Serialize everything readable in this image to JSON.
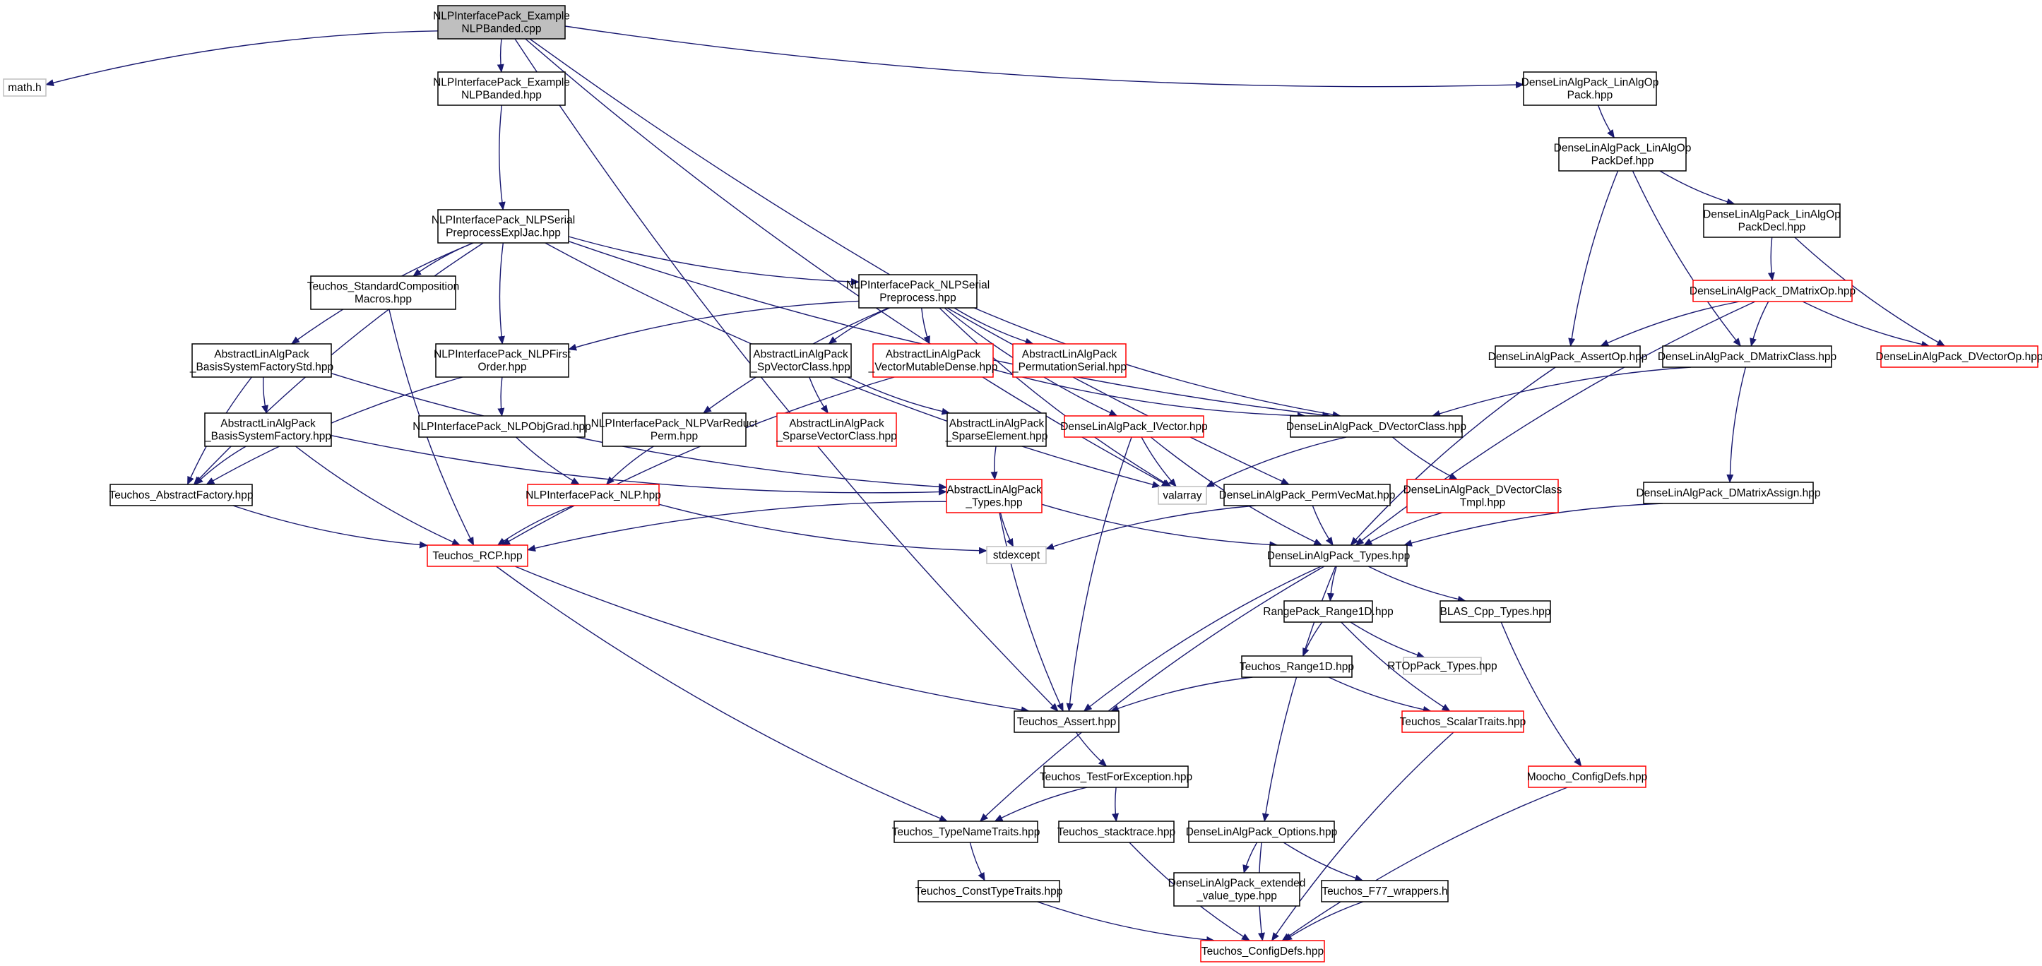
{
  "colors": {
    "background": "#ffffff",
    "edge": "#191970",
    "root_fill": "#bfbfbf",
    "box_black": "#000000",
    "box_red": "#ff0000",
    "box_gray": "#bfbfbf"
  },
  "nodes": [
    {
      "id": "root",
      "lines": [
        "NLPInterfacePack_Example",
        "NLPBanded.cpp"
      ],
      "style": "root"
    },
    {
      "id": "math",
      "lines": [
        "math.h"
      ],
      "style": "gray"
    },
    {
      "id": "nlpbanded_hpp",
      "lines": [
        "NLPInterfacePack_Example",
        "NLPBanded.hpp"
      ],
      "style": "black"
    },
    {
      "id": "linalgop",
      "lines": [
        "DenseLinAlgPack_LinAlgOp",
        "Pack.hpp"
      ],
      "style": "black"
    },
    {
      "id": "linalgopdef",
      "lines": [
        "DenseLinAlgPack_LinAlgOp",
        "PackDef.hpp"
      ],
      "style": "black"
    },
    {
      "id": "linalgopdecl",
      "lines": [
        "DenseLinAlgPack_LinAlgOp",
        "PackDecl.hpp"
      ],
      "style": "black"
    },
    {
      "id": "dmatrixop",
      "lines": [
        "DenseLinAlgPack_DMatrixOp.hpp"
      ],
      "style": "red"
    },
    {
      "id": "dvectorop",
      "lines": [
        "DenseLinAlgPack_DVectorOp.hpp"
      ],
      "style": "red"
    },
    {
      "id": "assertop",
      "lines": [
        "DenseLinAlgPack_AssertOp.hpp"
      ],
      "style": "black"
    },
    {
      "id": "dmatrixclass",
      "lines": [
        "DenseLinAlgPack_DMatrixClass.hpp"
      ],
      "style": "black"
    },
    {
      "id": "dmatrixassign",
      "lines": [
        "DenseLinAlgPack_DMatrixAssign.hpp"
      ],
      "style": "black"
    },
    {
      "id": "explicitjac",
      "lines": [
        "NLPInterfacePack_NLPSerial",
        "PreprocessExplJac.hpp"
      ],
      "style": "black"
    },
    {
      "id": "stdcomp",
      "lines": [
        "Teuchos_StandardComposition",
        "Macros.hpp"
      ],
      "style": "black"
    },
    {
      "id": "preprocess",
      "lines": [
        "NLPInterfacePack_NLPSerial",
        "Preprocess.hpp"
      ],
      "style": "black"
    },
    {
      "id": "bsfstd",
      "lines": [
        "AbstractLinAlgPack",
        "_BasisSystemFactoryStd.hpp"
      ],
      "style": "black"
    },
    {
      "id": "nlpfirst",
      "lines": [
        "NLPInterfacePack_NLPFirst",
        "Order.hpp"
      ],
      "style": "black"
    },
    {
      "id": "spvectorclass",
      "lines": [
        "AbstractLinAlgPack",
        "_SpVectorClass.hpp"
      ],
      "style": "black"
    },
    {
      "id": "vecmutdense",
      "lines": [
        "AbstractLinAlgPack",
        "_VectorMutableDense.hpp"
      ],
      "style": "red"
    },
    {
      "id": "permserial",
      "lines": [
        "AbstractLinAlgPack",
        "_PermutationSerial.hpp"
      ],
      "style": "red"
    },
    {
      "id": "bsf",
      "lines": [
        "AbstractLinAlgPack",
        "_BasisSystemFactory.hpp"
      ],
      "style": "black"
    },
    {
      "id": "nlpobjgrad",
      "lines": [
        "NLPInterfacePack_NLPObjGrad.hpp"
      ],
      "style": "black"
    },
    {
      "id": "varreduct",
      "lines": [
        "NLPInterfacePack_NLPVarReduct",
        "Perm.hpp"
      ],
      "style": "black"
    },
    {
      "id": "sparsevecclass",
      "lines": [
        "AbstractLinAlgPack",
        "_SparseVectorClass.hpp"
      ],
      "style": "red"
    },
    {
      "id": "sparseelem",
      "lines": [
        "AbstractLinAlgPack",
        "_SparseElement.hpp"
      ],
      "style": "black"
    },
    {
      "id": "ivector",
      "lines": [
        "DenseLinAlgPack_IVector.hpp"
      ],
      "style": "red"
    },
    {
      "id": "dvectorclass",
      "lines": [
        "DenseLinAlgPack_DVectorClass.hpp"
      ],
      "style": "black"
    },
    {
      "id": "absfactory",
      "lines": [
        "Teuchos_AbstractFactory.hpp"
      ],
      "style": "black"
    },
    {
      "id": "nlp",
      "lines": [
        "NLPInterfacePack_NLP.hpp"
      ],
      "style": "red"
    },
    {
      "id": "alptypes",
      "lines": [
        "AbstractLinAlgPack",
        "_Types.hpp"
      ],
      "style": "red"
    },
    {
      "id": "valarray",
      "lines": [
        "valarray"
      ],
      "style": "gray"
    },
    {
      "id": "permvecmat",
      "lines": [
        "DenseLinAlgPack_PermVecMat.hpp"
      ],
      "style": "black"
    },
    {
      "id": "dvectorclasstmpl",
      "lines": [
        "DenseLinAlgPack_DVectorClass",
        "Tmpl.hpp"
      ],
      "style": "red"
    },
    {
      "id": "rcp",
      "lines": [
        "Teuchos_RCP.hpp"
      ],
      "style": "red"
    },
    {
      "id": "stdexcept",
      "lines": [
        "stdexcept"
      ],
      "style": "gray"
    },
    {
      "id": "dlptypes",
      "lines": [
        "DenseLinAlgPack_Types.hpp"
      ],
      "style": "black"
    },
    {
      "id": "range1d",
      "lines": [
        "RangePack_Range1D.hpp"
      ],
      "style": "black"
    },
    {
      "id": "blastypes",
      "lines": [
        "BLAS_Cpp_Types.hpp"
      ],
      "style": "black"
    },
    {
      "id": "teuchosrange",
      "lines": [
        "Teuchos_Range1D.hpp"
      ],
      "style": "black"
    },
    {
      "id": "rtoptypes",
      "lines": [
        "RTOpPack_Types.hpp"
      ],
      "style": "gray"
    },
    {
      "id": "assert",
      "lines": [
        "Teuchos_Assert.hpp"
      ],
      "style": "black"
    },
    {
      "id": "scalartraits",
      "lines": [
        "Teuchos_ScalarTraits.hpp"
      ],
      "style": "red"
    },
    {
      "id": "testforexc",
      "lines": [
        "Teuchos_TestForException.hpp"
      ],
      "style": "black"
    },
    {
      "id": "mooconfig",
      "lines": [
        "Moocho_ConfigDefs.hpp"
      ],
      "style": "red"
    },
    {
      "id": "typenametraits",
      "lines": [
        "Teuchos_TypeNameTraits.hpp"
      ],
      "style": "black"
    },
    {
      "id": "stacktrace",
      "lines": [
        "Teuchos_stacktrace.hpp"
      ],
      "style": "black"
    },
    {
      "id": "options",
      "lines": [
        "DenseLinAlgPack_Options.hpp"
      ],
      "style": "black"
    },
    {
      "id": "consttypetraits",
      "lines": [
        "Teuchos_ConstTypeTraits.hpp"
      ],
      "style": "black"
    },
    {
      "id": "extvalue",
      "lines": [
        "DenseLinAlgPack_extended",
        "_value_type.hpp"
      ],
      "style": "black"
    },
    {
      "id": "f77wrap",
      "lines": [
        "Teuchos_F77_wrappers.h"
      ],
      "style": "black"
    },
    {
      "id": "configdefs",
      "lines": [
        "Teuchos_ConfigDefs.hpp"
      ],
      "style": "red"
    }
  ],
  "edges": [
    [
      "root",
      "math"
    ],
    [
      "root",
      "nlpbanded_hpp"
    ],
    [
      "root",
      "linalgop"
    ],
    [
      "root",
      "assert"
    ],
    [
      "root",
      "permvecmat"
    ],
    [
      "root",
      "valarray"
    ],
    [
      "nlpbanded_hpp",
      "explicitjac"
    ],
    [
      "linalgop",
      "linalgopdef"
    ],
    [
      "linalgopdef",
      "linalgopdecl"
    ],
    [
      "linalgopdef",
      "assertop"
    ],
    [
      "linalgopdef",
      "dmatrixclass"
    ],
    [
      "linalgopdecl",
      "dmatrixop"
    ],
    [
      "linalgopdecl",
      "dvectorop"
    ],
    [
      "dmatrixop",
      "assertop"
    ],
    [
      "dmatrixop",
      "dmatrixclass"
    ],
    [
      "dmatrixop",
      "dvectorop"
    ],
    [
      "dmatrixop",
      "dlptypes"
    ],
    [
      "dmatrixclass",
      "dvectorclass"
    ],
    [
      "dmatrixclass",
      "dmatrixassign"
    ],
    [
      "assertop",
      "dlptypes"
    ],
    [
      "dmatrixassign",
      "dlptypes"
    ],
    [
      "explicitjac",
      "stdcomp"
    ],
    [
      "explicitjac",
      "preprocess"
    ],
    [
      "explicitjac",
      "bsfstd"
    ],
    [
      "explicitjac",
      "nlpfirst"
    ],
    [
      "explicitjac",
      "absfactory"
    ],
    [
      "explicitjac",
      "dvectorclass"
    ],
    [
      "explicitjac",
      "valarray"
    ],
    [
      "stdcomp",
      "rcp"
    ],
    [
      "preprocess",
      "nlpfirst"
    ],
    [
      "preprocess",
      "spvectorclass"
    ],
    [
      "preprocess",
      "vecmutdense"
    ],
    [
      "preprocess",
      "permserial"
    ],
    [
      "preprocess",
      "varreduct"
    ],
    [
      "preprocess",
      "ivector"
    ],
    [
      "preprocess",
      "dvectorclass"
    ],
    [
      "preprocess",
      "valarray"
    ],
    [
      "bsfstd",
      "bsf"
    ],
    [
      "bsfstd",
      "absfactory"
    ],
    [
      "bsfstd",
      "alptypes"
    ],
    [
      "nlpfirst",
      "nlpobjgrad"
    ],
    [
      "nlpfirst",
      "absfactory"
    ],
    [
      "spvectorclass",
      "sparsevecclass"
    ],
    [
      "spvectorclass",
      "sparseelem"
    ],
    [
      "vecmutdense",
      "dvectorclass"
    ],
    [
      "vecmutdense",
      "rcp"
    ],
    [
      "bsf",
      "absfactory"
    ],
    [
      "bsf",
      "rcp"
    ],
    [
      "bsf",
      "alptypes"
    ],
    [
      "nlpobjgrad",
      "nlp"
    ],
    [
      "varreduct",
      "nlp"
    ],
    [
      "sparseelem",
      "alptypes"
    ],
    [
      "ivector",
      "valarray"
    ],
    [
      "ivector",
      "dlptypes"
    ],
    [
      "ivector",
      "assert"
    ],
    [
      "dvectorclass",
      "valarray"
    ],
    [
      "dvectorclass",
      "dvectorclasstmpl"
    ],
    [
      "absfactory",
      "rcp"
    ],
    [
      "nlp",
      "rcp"
    ],
    [
      "nlp",
      "stdexcept"
    ],
    [
      "alptypes",
      "rcp"
    ],
    [
      "alptypes",
      "stdexcept"
    ],
    [
      "alptypes",
      "assert"
    ],
    [
      "alptypes",
      "dlptypes"
    ],
    [
      "permvecmat",
      "dlptypes"
    ],
    [
      "permvecmat",
      "stdexcept"
    ],
    [
      "dvectorclasstmpl",
      "dlptypes"
    ],
    [
      "rcp",
      "assert"
    ],
    [
      "rcp",
      "typenametraits"
    ],
    [
      "dlptypes",
      "range1d"
    ],
    [
      "dlptypes",
      "blastypes"
    ],
    [
      "dlptypes",
      "assert"
    ],
    [
      "dlptypes",
      "options"
    ],
    [
      "dlptypes",
      "typenametraits"
    ],
    [
      "range1d",
      "teuchosrange"
    ],
    [
      "range1d",
      "rtoptypes"
    ],
    [
      "range1d",
      "scalartraits"
    ],
    [
      "blastypes",
      "mooconfig"
    ],
    [
      "teuchosrange",
      "assert"
    ],
    [
      "teuchosrange",
      "scalartraits"
    ],
    [
      "assert",
      "testforexc"
    ],
    [
      "scalartraits",
      "configdefs"
    ],
    [
      "testforexc",
      "typenametraits"
    ],
    [
      "testforexc",
      "stacktrace"
    ],
    [
      "mooconfig",
      "configdefs"
    ],
    [
      "typenametraits",
      "consttypetraits"
    ],
    [
      "stacktrace",
      "configdefs"
    ],
    [
      "options",
      "extvalue"
    ],
    [
      "options",
      "f77wrap"
    ],
    [
      "options",
      "configdefs"
    ],
    [
      "consttypetraits",
      "configdefs"
    ],
    [
      "f77wrap",
      "configdefs"
    ]
  ]
}
